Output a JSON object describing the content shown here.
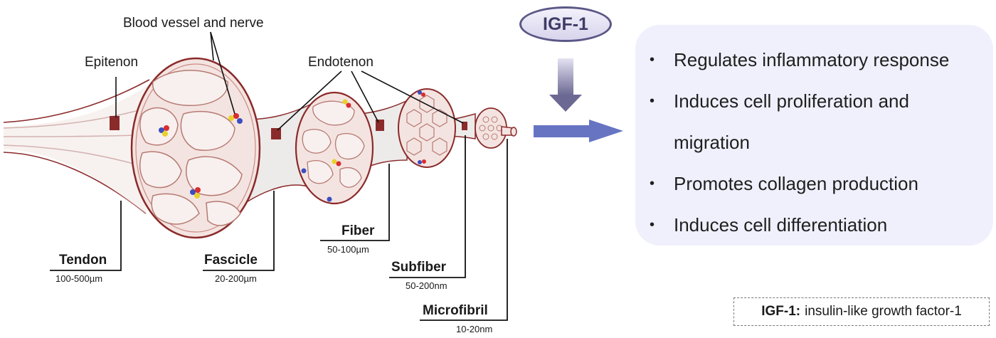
{
  "diagram": {
    "callouts": {
      "blood_vessel": "Blood vessel and nerve",
      "epitenon": "Epitenon",
      "endotenon": "Endotenon"
    },
    "levels": [
      {
        "name": "Tendon",
        "size": "100-500µm"
      },
      {
        "name": "Fascicle",
        "size": "20-200µm"
      },
      {
        "name": "Fiber",
        "size": "50-100µm"
      },
      {
        "name": "Subfiber",
        "size": "50-200nm"
      },
      {
        "name": "Microfibril",
        "size": "10-20nm"
      }
    ]
  },
  "igf": {
    "badge": "IGF-1",
    "effects": [
      "Regulates inflammatory response",
      "Induces cell proliferation and migration",
      "Promotes collagen production",
      "Induces cell differentiation"
    ]
  },
  "note": {
    "term": "IGF-1:",
    "definition": "insulin-like growth factor-1"
  },
  "colors": {
    "tissue_outline": "#8b2a2a",
    "tissue_fill": "#f6e8e4",
    "panel_fill": "#eff0fc",
    "arrow_blue": "#6674c2",
    "badge_border": "#5b5887"
  }
}
